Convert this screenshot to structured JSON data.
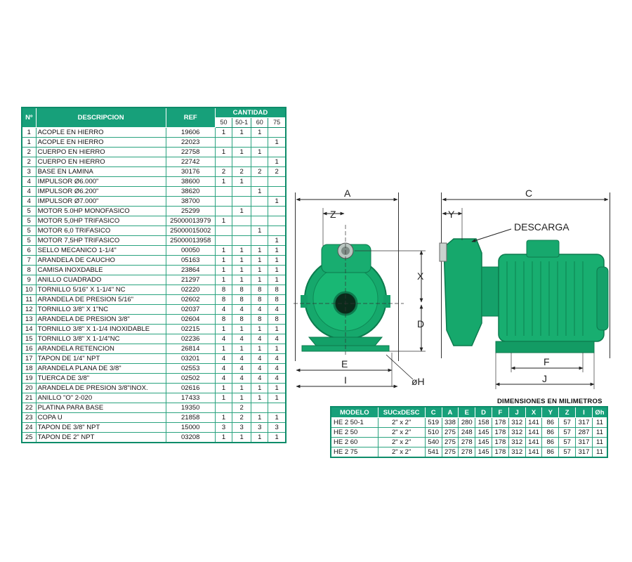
{
  "parts_table": {
    "headers": {
      "no": "Nº",
      "desc": "DESCRIPCION",
      "ref": "REF",
      "qty": "CANTIDAD"
    },
    "qty_columns": [
      "50",
      "50-1",
      "60",
      "75"
    ],
    "rows": [
      [
        "1",
        "ACOPLE EN HIERRO",
        "19606",
        "1",
        "1",
        "1",
        ""
      ],
      [
        "1",
        "ACOPLE EN HIERRO",
        "22023",
        "",
        "",
        "",
        "1"
      ],
      [
        "2",
        "CUERPO EN HIERRO",
        "22758",
        "1",
        "1",
        "1",
        ""
      ],
      [
        "2",
        "CUERPO EN HIERRO",
        "22742",
        "",
        "",
        "",
        "1"
      ],
      [
        "3",
        "BASE EN LAMINA",
        "30176",
        "2",
        "2",
        "2",
        "2"
      ],
      [
        "4",
        "IMPULSOR ø6.000\"",
        "38600",
        "1",
        "1",
        "",
        ""
      ],
      [
        "4",
        "IMPULSOR ø6.200\"",
        "38620",
        "",
        "",
        "1",
        ""
      ],
      [
        "4",
        "IMPULSOR ø7.000\"",
        "38700",
        "",
        "",
        "",
        "1"
      ],
      [
        "5",
        "MOTOR 5.0HP MONOFASICO",
        "25299",
        "",
        "1",
        "",
        ""
      ],
      [
        "5",
        "MOTOR 5,0HP TRIFASICO",
        "25000013979",
        "1",
        "",
        "",
        ""
      ],
      [
        "5",
        "MOTOR 6,0 TRIFASICO",
        "25000015002",
        "",
        "",
        "1",
        ""
      ],
      [
        "5",
        "MOTOR 7,5HP TRIFASICO",
        "25000013958",
        "",
        "",
        "",
        "1"
      ],
      [
        "6",
        "SELLO MECANICO 1-1/4\"",
        "00050",
        "1",
        "1",
        "1",
        "1"
      ],
      [
        "7",
        "ARANDELA DE CAUCHO",
        "05163",
        "1",
        "1",
        "1",
        "1"
      ],
      [
        "8",
        "CAMISA  INOXDABLE",
        "23864",
        "1",
        "1",
        "1",
        "1"
      ],
      [
        "9",
        "ANILLO CUADRADO",
        "21297",
        "1",
        "1",
        "1",
        "1"
      ],
      [
        "10",
        "TORNILLO 5/16\" x 1-1/4\" NC",
        "02220",
        "8",
        "8",
        "8",
        "8"
      ],
      [
        "11",
        "ARANDELA DE PRESION 5/16\"",
        "02602",
        "8",
        "8",
        "8",
        "8"
      ],
      [
        "12",
        "TORNILLO 3/8\" x 1\"NC",
        "02037",
        "4",
        "4",
        "4",
        "4"
      ],
      [
        "13",
        "ARANDELA DE PRESION 3/8\"",
        "02604",
        "8",
        "8",
        "8",
        "8"
      ],
      [
        "14",
        "TORNILLO 3/8\" x 1-1/4 INOXIDABLE",
        "02215",
        "1",
        "1",
        "1",
        "1"
      ],
      [
        "15",
        "TORNILLO 3/8\" x 1-1/4\"NC",
        "02236",
        "4",
        "4",
        "4",
        "4"
      ],
      [
        "16",
        "ARANDELA RETENCION",
        "26814",
        "1",
        "1",
        "1",
        "1"
      ],
      [
        "17",
        "TAPON DE 1/4\" NPT",
        "03201",
        "4",
        "4",
        "4",
        "4"
      ],
      [
        "18",
        "ARANDELA PLANA DE 3/8\"",
        "02553",
        "4",
        "4",
        "4",
        "4"
      ],
      [
        "19",
        "TUERCA DE 3/8\"",
        "02502",
        "4",
        "4",
        "4",
        "4"
      ],
      [
        "20",
        "ARANDELA DE PRESION 3/8\"INOX.",
        "02616",
        "1",
        "1",
        "1",
        "1"
      ],
      [
        "21",
        "ANILLO \"O\" 2-020",
        "17433",
        "1",
        "1",
        "1",
        "1"
      ],
      [
        "22",
        "PLATINA PARA BASE",
        "19350",
        "",
        "2",
        "",
        ""
      ],
      [
        "23",
        "COPA U",
        "21858",
        "1",
        "2",
        "1",
        "1"
      ],
      [
        "24",
        "TAPON DE 3/8\" NPT",
        "15000",
        "3",
        "3",
        "3",
        "3"
      ],
      [
        "25",
        "TAPON DE 2\" NPT",
        "03208",
        "1",
        "1",
        "1",
        "1"
      ]
    ]
  },
  "drawing_labels": {
    "a": "A",
    "z": "Z",
    "x": "X",
    "d": "D",
    "e": "E",
    "i": "I",
    "h": "øH",
    "c": "C",
    "y": "Y",
    "descarga": "DESCARGA",
    "f": "F",
    "j": "J"
  },
  "dimensions": {
    "caption": "DIMENSIONES EN MILIMETROS",
    "headers": [
      "MODELO",
      "SUCxDESC",
      "C",
      "A",
      "E",
      "D",
      "F",
      "J",
      "X",
      "Y",
      "Z",
      "I",
      "Øh"
    ],
    "rows": [
      [
        "HE 2 50-1",
        "2\" x 2\"",
        "519",
        "338",
        "280",
        "158",
        "178",
        "312",
        "141",
        "86",
        "57",
        "317",
        "11"
      ],
      [
        "HE 2 50",
        "2\" x 2\"",
        "510",
        "275",
        "248",
        "145",
        "178",
        "312",
        "141",
        "86",
        "57",
        "287",
        "11"
      ],
      [
        "HE 2 60",
        "2\" x 2\"",
        "540",
        "275",
        "278",
        "145",
        "178",
        "312",
        "141",
        "86",
        "57",
        "317",
        "11"
      ],
      [
        "HE 2 75",
        "2\" x 2\"",
        "541",
        "275",
        "278",
        "145",
        "178",
        "312",
        "141",
        "86",
        "57",
        "317",
        "11"
      ]
    ]
  },
  "colors": {
    "brand_green": "#17a07a",
    "pump_green": "#14a36a"
  }
}
